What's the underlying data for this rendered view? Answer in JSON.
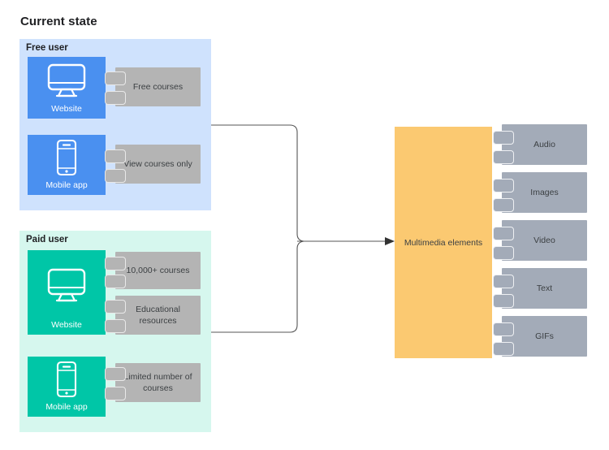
{
  "title": "Current state",
  "colors": {
    "free_group_bg": "#cfe2fd",
    "paid_group_bg": "#d6f7ee",
    "free_device": "#4a90f0",
    "paid_device": "#00c6a7",
    "note_grey": "#b4b4b4",
    "note_blue_grey": "#a3abb8",
    "multimedia": "#fbc971",
    "connector_line": "#555555",
    "text_dark": "#3c4043"
  },
  "groups": [
    {
      "label": "Free user",
      "devices": [
        {
          "label": "Website",
          "icon": "desktop-monitor-icon",
          "notes": [
            {
              "text": "Free courses"
            }
          ]
        },
        {
          "label": "Mobile app",
          "icon": "mobile-phone-icon",
          "notes": [
            {
              "text": "View courses only"
            }
          ]
        }
      ]
    },
    {
      "label": "Paid user",
      "devices": [
        {
          "label": "Website",
          "icon": "desktop-monitor-icon",
          "notes": [
            {
              "text": "10,000+ courses"
            },
            {
              "text": "Educational resources"
            }
          ]
        },
        {
          "label": "Mobile app",
          "icon": "mobile-phone-icon",
          "notes": [
            {
              "text": "Limited number of courses"
            }
          ]
        }
      ]
    }
  ],
  "multimedia": {
    "label": "Multimedia elements",
    "items": [
      {
        "text": "Audio"
      },
      {
        "text": "Images"
      },
      {
        "text": "Video"
      },
      {
        "text": "Text"
      },
      {
        "text": "GIFs"
      }
    ]
  }
}
